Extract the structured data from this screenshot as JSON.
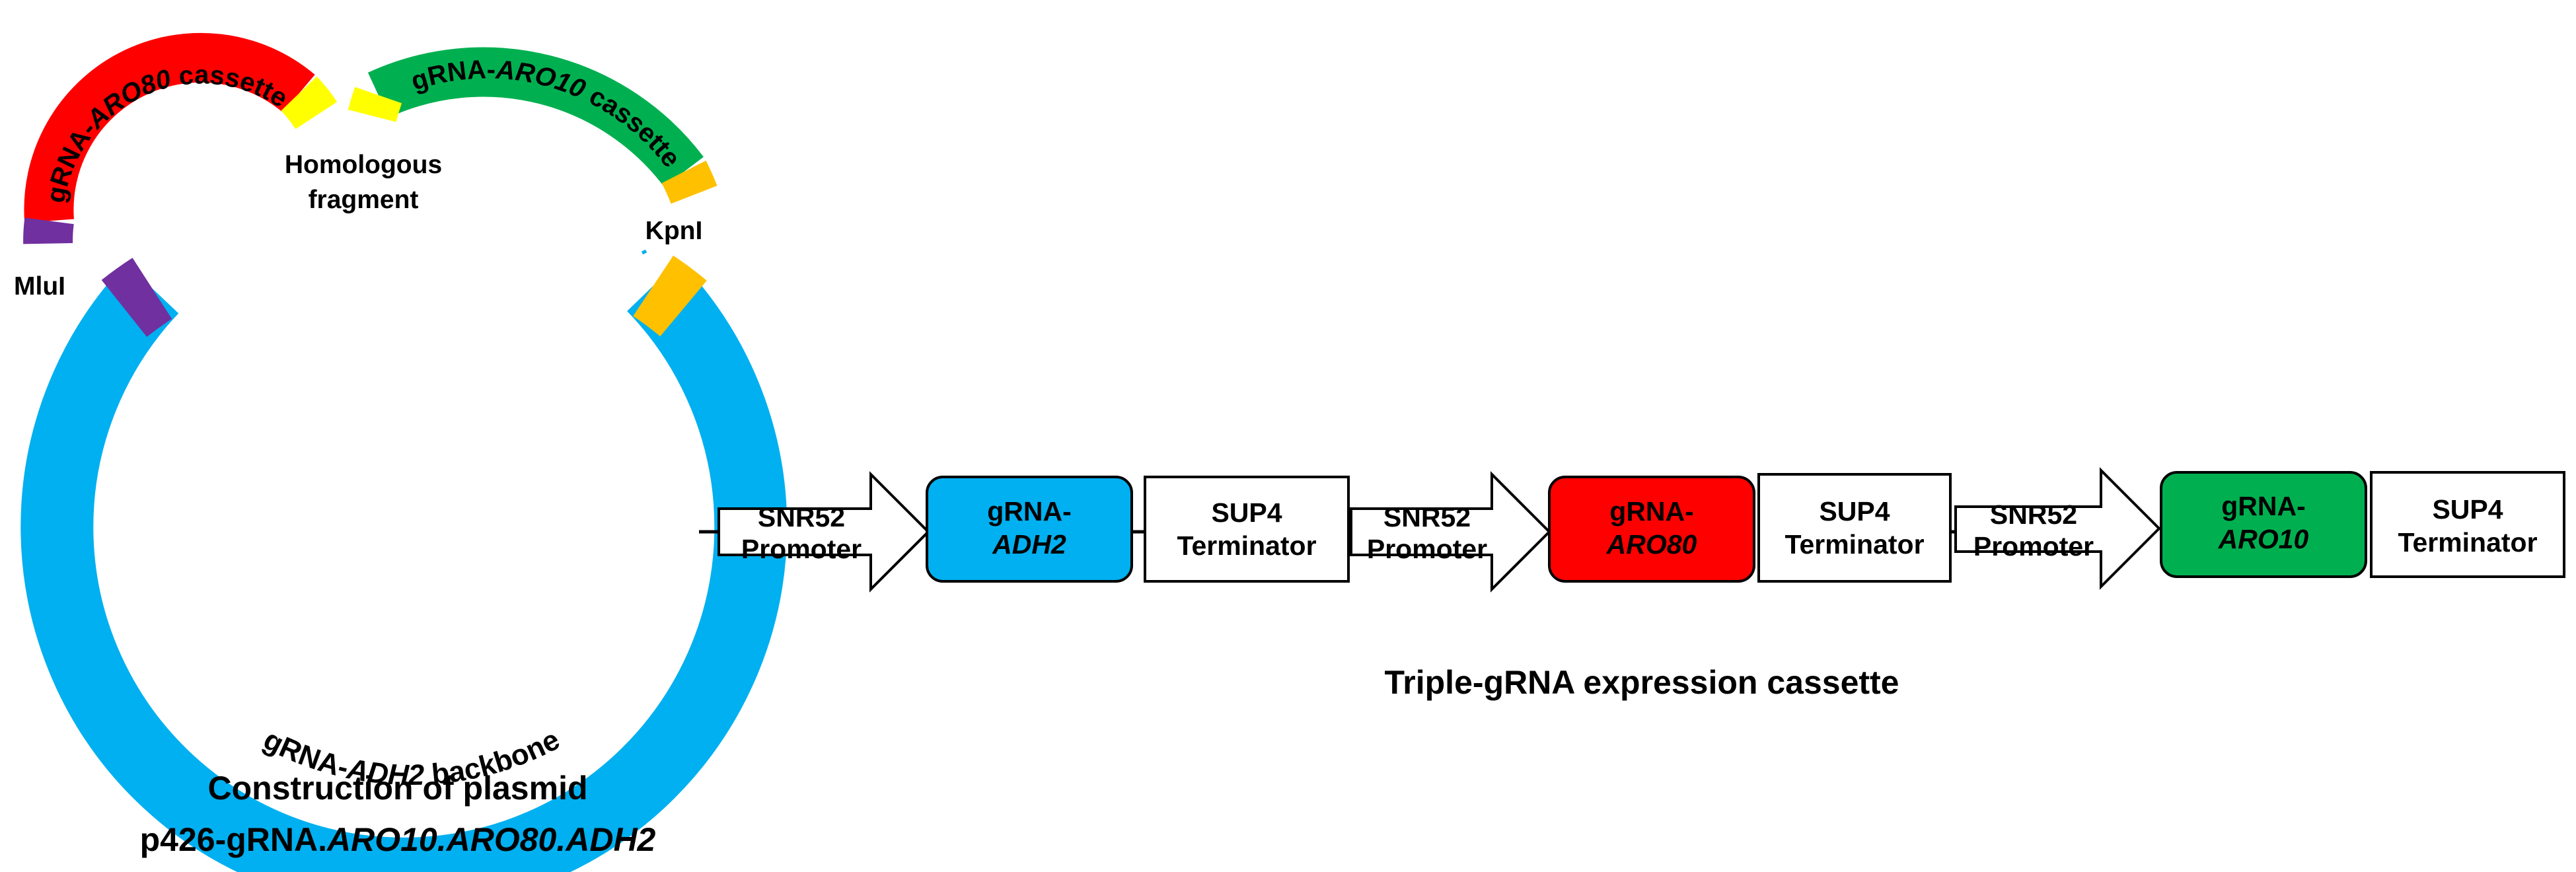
{
  "plasmid": {
    "backbone": {
      "prefix": "gRNA-",
      "gene": "ADH2",
      "suffix": " backbone"
    },
    "cassette_left": {
      "prefix": "gRNA-",
      "gene": "ARO80",
      "suffix": " cassette"
    },
    "cassette_right": {
      "prefix": "gRNA-",
      "gene": "ARO10",
      "suffix": " cassette"
    },
    "label_homologous_1": "Homologous",
    "label_homologous_2": "fragment",
    "label_mlul": "MluI",
    "label_kpnl": "KpnI",
    "caption_1": "Construction of plasmid",
    "caption_2_prefix": "p426-gRNA.",
    "caption_2_genes": "ARO10.ARO80.ADH2"
  },
  "cassette": {
    "promoter": {
      "line1": "SNR52",
      "line2": "Promoter"
    },
    "terminator": {
      "line1": "SUP4",
      "line2": "Terminator"
    },
    "grna_prefix": "gRNA-",
    "genes": [
      "ADH2",
      "ARO80",
      "ARO10"
    ],
    "caption": "Triple-gRNA expression cassette"
  },
  "colors": {
    "blue": "#00B0F0",
    "red": "#FF0000",
    "green": "#00B050",
    "yellow": "#FFFF00",
    "orange": "#FFC000",
    "purple": "#7030A0"
  }
}
